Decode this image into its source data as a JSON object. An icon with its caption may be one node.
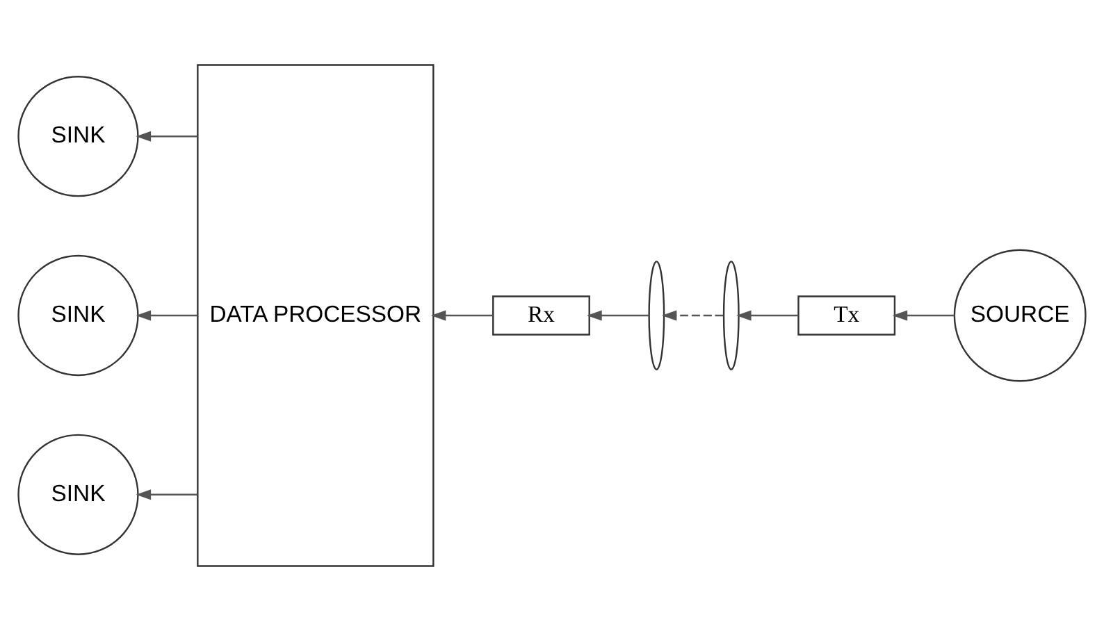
{
  "diagram": {
    "nodes": [
      {
        "text": [
          "SINK"
        ]
      },
      {
        "text": [
          "SINK"
        ]
      },
      {
        "text": [
          "SINK"
        ]
      },
      {
        "text": [
          "DATA PROCESSOR"
        ]
      },
      {
        "text": [
          "Rx"
        ]
      },
      {
        "text": [],
        "shape": "arc"
      },
      {
        "text": [],
        "shape": "arc"
      },
      {
        "text": [
          "Tx"
        ]
      },
      {
        "text": [
          "SOURCE"
        ]
      }
    ],
    "edges": [
      {
        "from": 8,
        "to": 7,
        "arrow": "to"
      },
      {
        "from": 7,
        "to": 6,
        "arrow": "to"
      },
      {
        "from": 6,
        "to": 5,
        "arrow": "to",
        "style": "dashed"
      },
      {
        "from": 5,
        "to": 4,
        "arrow": "to"
      },
      {
        "from": 4,
        "to": 3,
        "arrow": "to"
      },
      {
        "from": 3,
        "to": 0,
        "arrow": "to"
      },
      {
        "from": 3,
        "to": 1,
        "arrow": "to"
      },
      {
        "from": 3,
        "to": 2,
        "arrow": "to"
      }
    ]
  }
}
